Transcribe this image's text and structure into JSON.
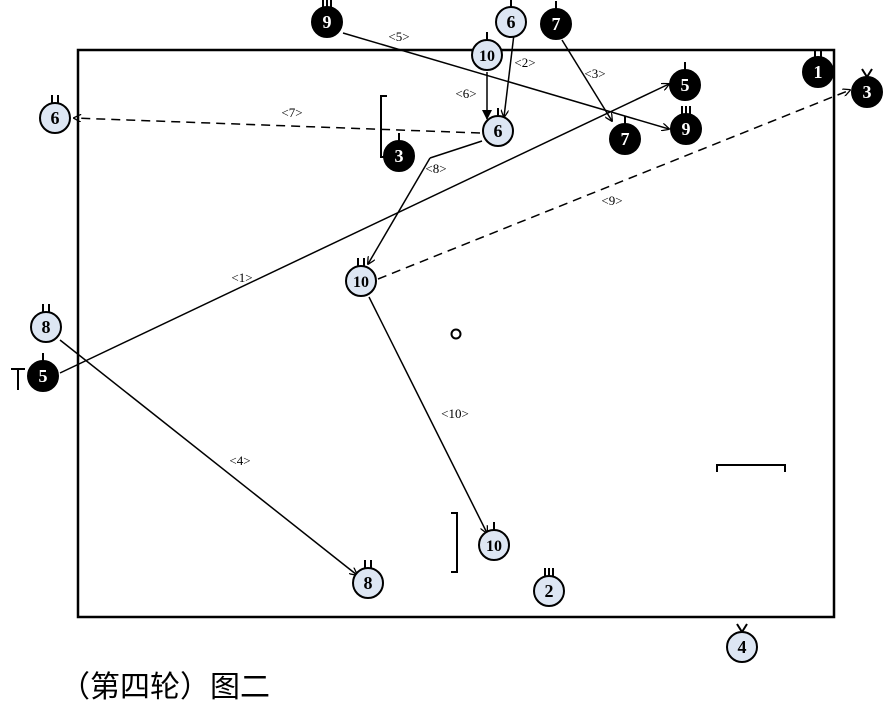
{
  "caption": "（第四轮）图二",
  "colors": {
    "line": "#000000",
    "dark_player_fill": "#000000",
    "dark_player_text": "#ffffff",
    "light_player_fill": "#dde6f3",
    "light_player_text": "#000000"
  },
  "players": [
    {
      "num": "9",
      "team": "dark",
      "mark": "triple"
    },
    {
      "num": "6",
      "team": "light",
      "mark": "single"
    },
    {
      "num": "7",
      "team": "dark",
      "mark": "single"
    },
    {
      "num": "10",
      "team": "light",
      "mark": "single"
    },
    {
      "num": "1",
      "team": "dark",
      "mark": "double"
    },
    {
      "num": "3",
      "team": "dark",
      "mark": "vee"
    },
    {
      "num": "5",
      "team": "dark",
      "mark": "single"
    },
    {
      "num": "6",
      "team": "light",
      "mark": "double"
    },
    {
      "num": "6",
      "team": "light",
      "mark": "single"
    },
    {
      "num": "7",
      "team": "dark",
      "mark": "single"
    },
    {
      "num": "9",
      "team": "dark",
      "mark": "triple"
    },
    {
      "num": "3",
      "team": "dark",
      "mark": "single"
    },
    {
      "num": "10",
      "team": "light",
      "mark": "double"
    },
    {
      "num": "8",
      "team": "light",
      "mark": "double"
    },
    {
      "num": "5",
      "team": "dark",
      "mark": "single"
    },
    {
      "num": "10",
      "team": "light",
      "mark": "single"
    },
    {
      "num": "8",
      "team": "light",
      "mark": "double"
    },
    {
      "num": "2",
      "team": "light",
      "mark": "triple"
    },
    {
      "num": "4",
      "team": "light",
      "mark": "vee"
    }
  ],
  "moves": [
    {
      "label": "<1>",
      "style": "solid"
    },
    {
      "label": "<2>",
      "style": "solid"
    },
    {
      "label": "<3>",
      "style": "solid"
    },
    {
      "label": "<4>",
      "style": "solid"
    },
    {
      "label": "<5>",
      "style": "solid"
    },
    {
      "label": "<6>",
      "style": "solid"
    },
    {
      "label": "<7>",
      "style": "dashed"
    },
    {
      "label": "<8>",
      "style": "solid"
    },
    {
      "label": "<9>",
      "style": "dashed"
    },
    {
      "label": "<10>",
      "style": "solid"
    }
  ]
}
